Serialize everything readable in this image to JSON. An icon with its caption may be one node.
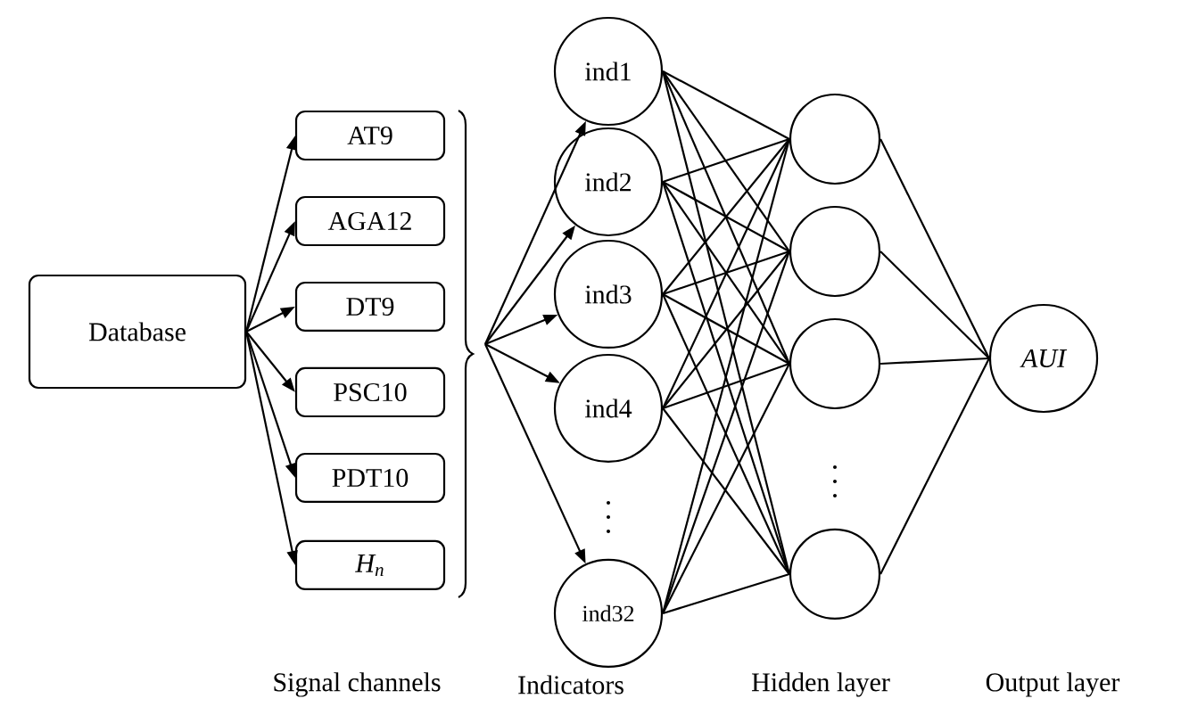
{
  "diagram": {
    "nodes": [
      {
        "text": [
          "Database"
        ]
      },
      {
        "text": [
          "AT9"
        ]
      },
      {
        "text": [
          "AGA12"
        ]
      },
      {
        "text": [
          "DT9"
        ]
      },
      {
        "text": [
          "PSC10"
        ]
      },
      {
        "text": [
          "PDT10"
        ]
      },
      {
        "text": [
          "H$_{n}$"
        ]
      },
      {
        "text": [
          "ind1"
        ]
      },
      {
        "text": [
          "ind2"
        ]
      },
      {
        "text": [
          "ind3"
        ]
      },
      {
        "text": [
          "ind4"
        ]
      },
      {
        "text": [
          "ind32"
        ]
      },
      {
        "text": [],
        "shape": "circle"
      },
      {
        "text": [],
        "shape": "circle"
      },
      {
        "text": [],
        "shape": "circle"
      },
      {
        "text": [],
        "shape": "circle"
      },
      {
        "text": [
          "AUI"
        ]
      }
    ],
    "edges": [
      {
        "from": 0,
        "to": 1,
        "arrow": "to"
      },
      {
        "from": 0,
        "to": 2,
        "arrow": "to"
      },
      {
        "from": 0,
        "to": 3,
        "arrow": "to"
      },
      {
        "from": 0,
        "to": 4,
        "arrow": "to"
      },
      {
        "from": 0,
        "to": 5,
        "arrow": "to"
      },
      {
        "from": 0,
        "to": 6,
        "arrow": "to"
      },
      {
        "from": null,
        "to": 7,
        "arrow": "to"
      },
      {
        "from": null,
        "to": 8,
        "arrow": "to"
      },
      {
        "from": null,
        "to": 9,
        "arrow": "to"
      },
      {
        "from": null,
        "to": 10,
        "arrow": "to"
      },
      {
        "from": null,
        "to": 11,
        "arrow": "to"
      },
      {
        "from": 7,
        "to": 12,
        "arrow": "none"
      },
      {
        "from": 7,
        "to": 13,
        "arrow": "none"
      },
      {
        "from": 7,
        "to": 14,
        "arrow": "none"
      },
      {
        "from": 7,
        "to": 15,
        "arrow": "none"
      },
      {
        "from": 8,
        "to": 12,
        "arrow": "none"
      },
      {
        "from": 8,
        "to": 13,
        "arrow": "none"
      },
      {
        "from": 8,
        "to": 14,
        "arrow": "none"
      },
      {
        "from": 8,
        "to": 15,
        "arrow": "none"
      },
      {
        "from": 9,
        "to": 12,
        "arrow": "none"
      },
      {
        "from": 9,
        "to": 13,
        "arrow": "none"
      },
      {
        "from": 9,
        "to": 14,
        "arrow": "none"
      },
      {
        "from": 9,
        "to": 15,
        "arrow": "none"
      },
      {
        "from": 10,
        "to": 12,
        "arrow": "none"
      },
      {
        "from": 10,
        "to": 13,
        "arrow": "none"
      },
      {
        "from": 10,
        "to": 14,
        "arrow": "none"
      },
      {
        "from": 10,
        "to": 15,
        "arrow": "none"
      },
      {
        "from": 11,
        "to": 12,
        "arrow": "none"
      },
      {
        "from": 11,
        "to": 13,
        "arrow": "none"
      },
      {
        "from": 11,
        "to": 14,
        "arrow": "none"
      },
      {
        "from": 11,
        "to": 15,
        "arrow": "none"
      },
      {
        "from": 12,
        "to": 16,
        "arrow": "none"
      },
      {
        "from": 13,
        "to": 16,
        "arrow": "none"
      },
      {
        "from": 14,
        "to": 16,
        "arrow": "none"
      },
      {
        "from": 15,
        "to": 16,
        "arrow": "none"
      }
    ],
    "labels": [
      "Signal channels",
      "Indicators",
      "Hidden layer",
      "Output layer"
    ]
  }
}
